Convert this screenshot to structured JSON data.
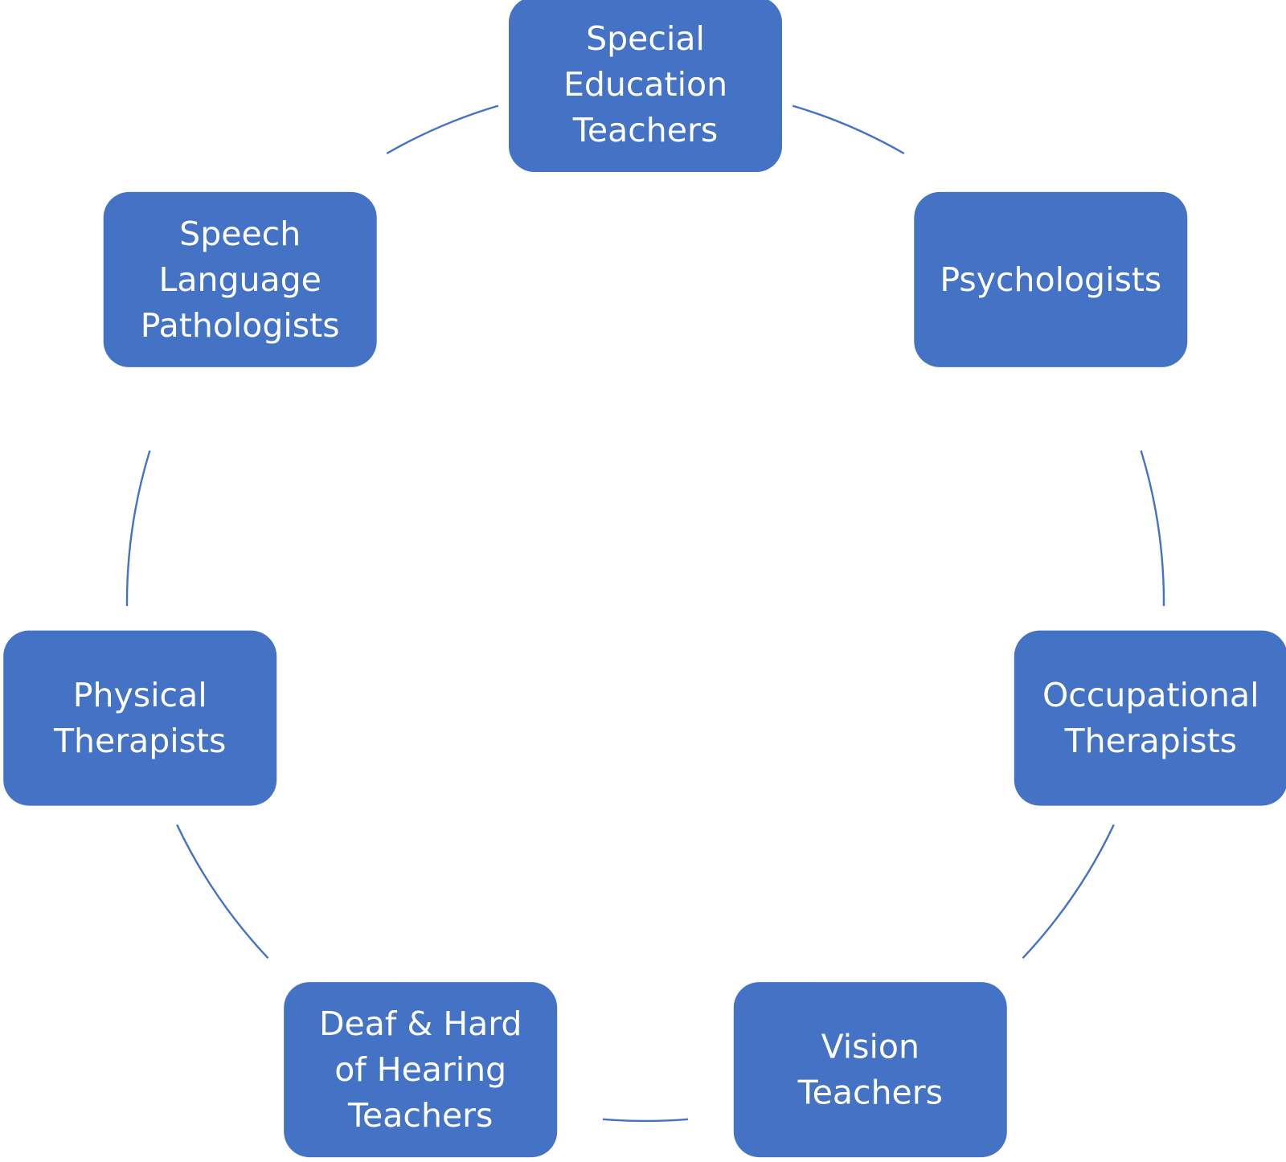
{
  "diagram": {
    "type": "cycle",
    "colors": {
      "box_fill": "#4472C4",
      "box_text": "#FFFFFF",
      "connector": "#4472C4",
      "background": "#FFFFFF"
    },
    "nodes": [
      {
        "id": "special-education-teachers",
        "lines": [
          "Special",
          "Education",
          "Teachers"
        ]
      },
      {
        "id": "psychologists",
        "lines": [
          "Psychologists"
        ]
      },
      {
        "id": "occupational-therapists",
        "lines": [
          "Occupational",
          "Therapists"
        ]
      },
      {
        "id": "vision-teachers",
        "lines": [
          "Vision",
          "Teachers"
        ]
      },
      {
        "id": "deaf-hard-of-hearing-teachers",
        "lines": [
          "Deaf & Hard",
          "of Hearing",
          "Teachers"
        ]
      },
      {
        "id": "physical-therapists",
        "lines": [
          "Physical",
          "Therapists"
        ]
      },
      {
        "id": "speech-language-pathologists",
        "lines": [
          "Speech",
          "Language",
          "Pathologists"
        ]
      }
    ]
  }
}
